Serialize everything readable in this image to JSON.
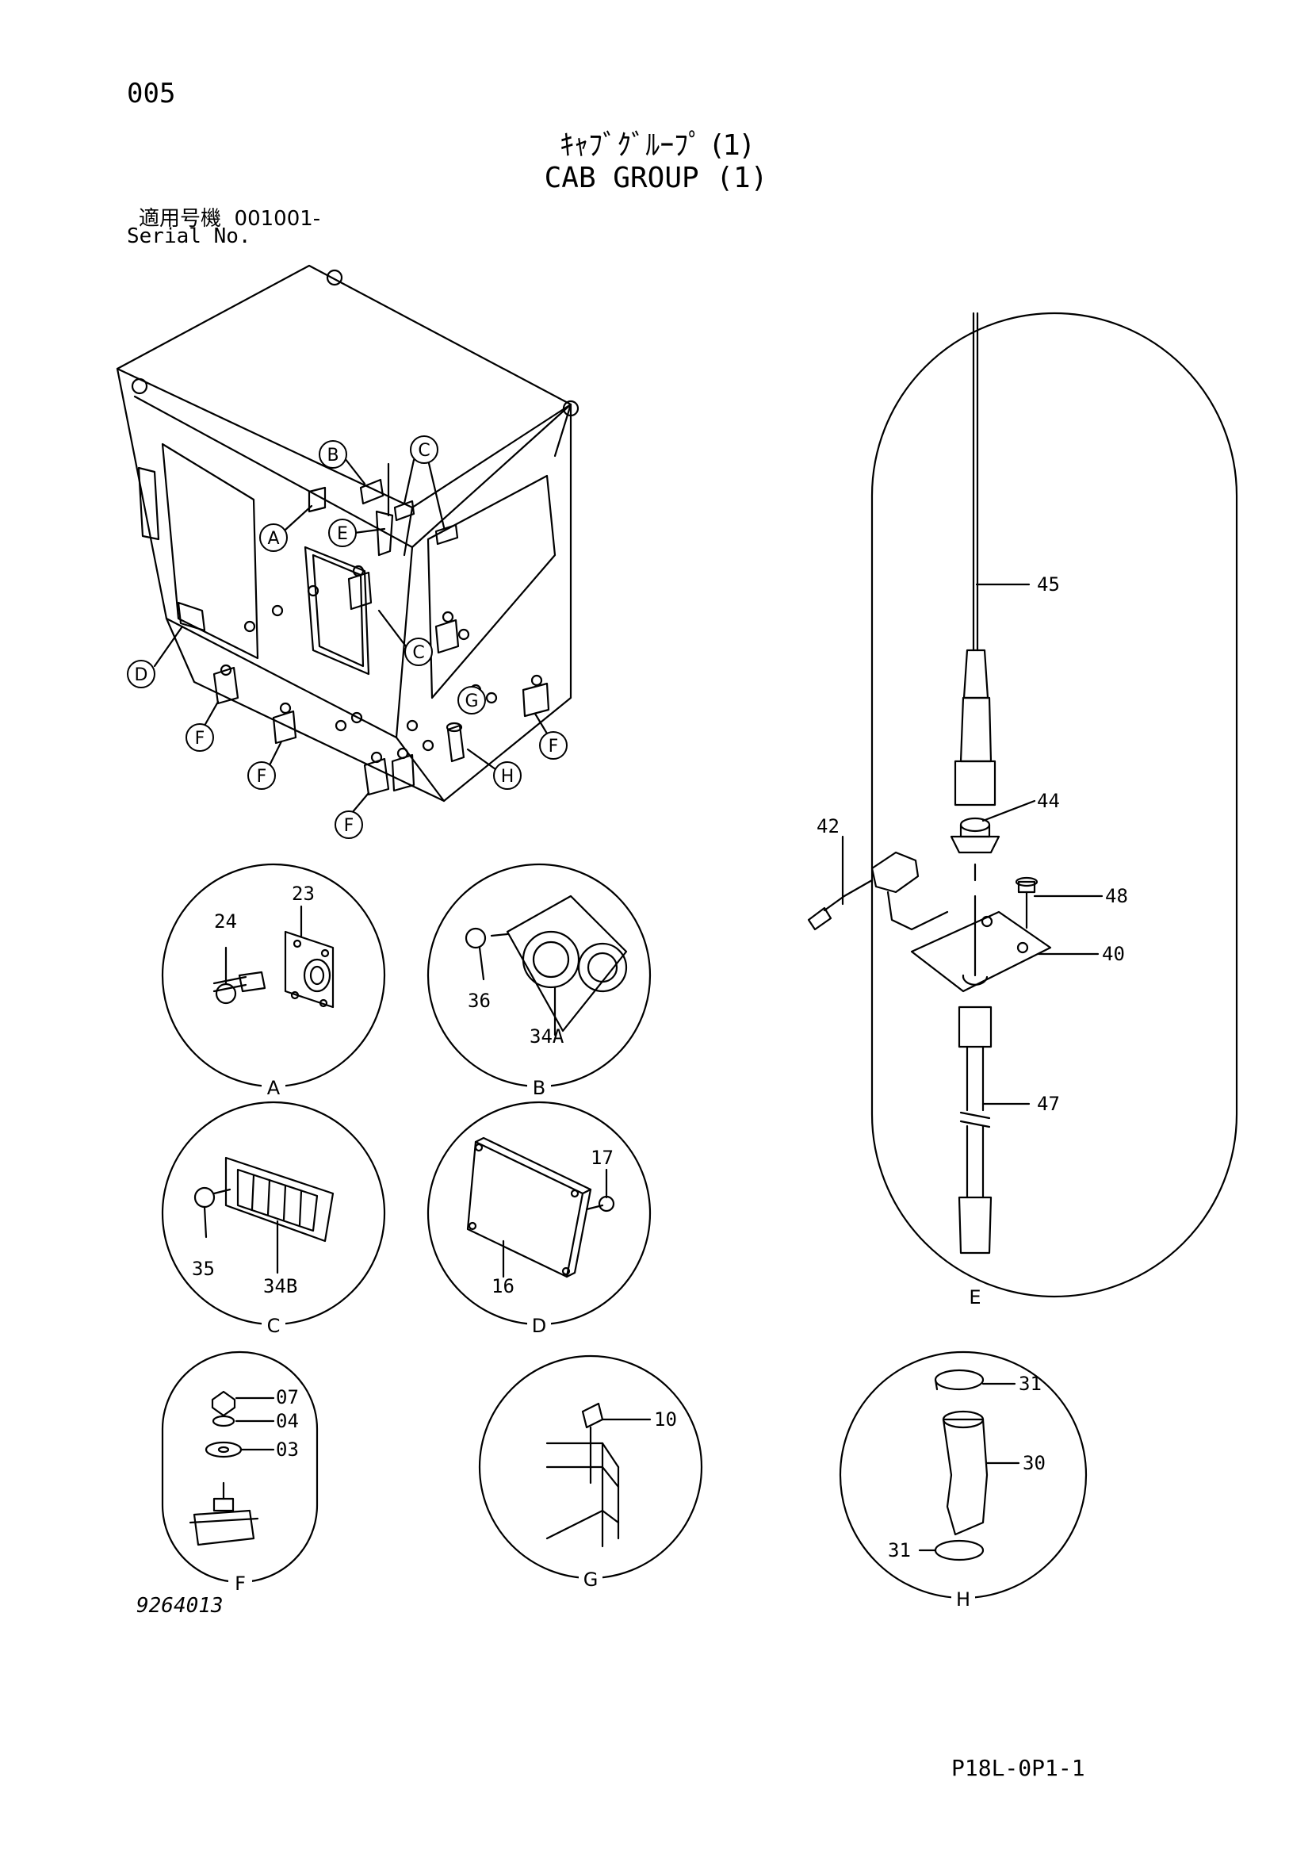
{
  "header": {
    "page_number": "005",
    "title_jp": "ｷｬﾌﾞｸﾞﾙｰﾌﾟ (1)",
    "title_en": "CAB GROUP (1)",
    "serial_label_jp": "適用号機",
    "serial_value": "001001-",
    "serial_label_en": "Serial No."
  },
  "footer": {
    "drawing_id": "9264013",
    "doc_code": "P18L-0P1-1"
  },
  "cab_callouts": [
    "A",
    "B",
    "C",
    "C",
    "D",
    "E",
    "F",
    "F",
    "F",
    "F",
    "G",
    "H"
  ],
  "details": {
    "A": {
      "label": "A",
      "parts": [
        "23",
        "24"
      ]
    },
    "B": {
      "label": "B",
      "parts": [
        "36",
        "34A"
      ]
    },
    "C": {
      "label": "C",
      "parts": [
        "35",
        "34B"
      ]
    },
    "D": {
      "label": "D",
      "parts": [
        "17",
        "16"
      ]
    },
    "E": {
      "label": "E",
      "parts": [
        "45",
        "44",
        "42",
        "48",
        "40",
        "47"
      ]
    },
    "F": {
      "label": "F",
      "parts": [
        "07",
        "04",
        "03"
      ]
    },
    "G": {
      "label": "G",
      "parts": [
        "10"
      ]
    },
    "H": {
      "label": "H",
      "parts": [
        "31",
        "30",
        "31"
      ]
    }
  }
}
